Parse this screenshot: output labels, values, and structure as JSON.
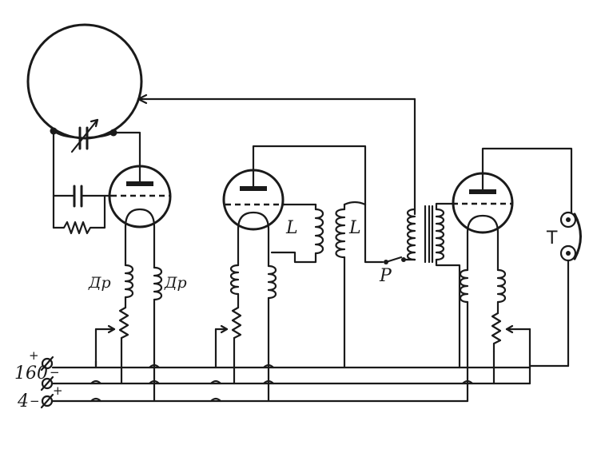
{
  "labels": {
    "choke_left": "Др",
    "choke_right": "Др",
    "coil_l1": "L",
    "coil_l2": "L",
    "switch_p": "P",
    "phones_t": "T",
    "plus_top": "+",
    "minus_top": "−",
    "volts_160": "160",
    "plus_mid": "+",
    "four": "4",
    "minus_bottom": "−"
  }
}
